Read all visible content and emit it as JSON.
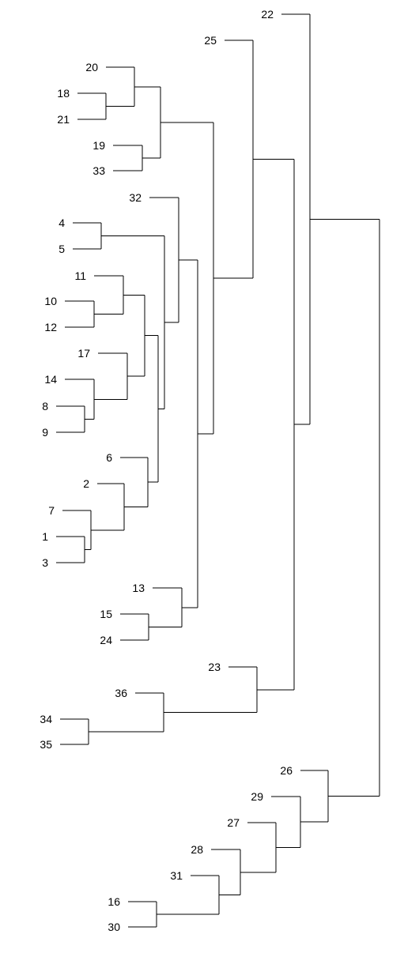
{
  "leaves": [
    {
      "id": "22"
    },
    {
      "id": "25"
    },
    {
      "id": "20"
    },
    {
      "id": "18"
    },
    {
      "id": "21"
    },
    {
      "id": "19"
    },
    {
      "id": "33"
    },
    {
      "id": "32"
    },
    {
      "id": "4"
    },
    {
      "id": "5"
    },
    {
      "id": "11"
    },
    {
      "id": "10"
    },
    {
      "id": "12"
    },
    {
      "id": "17"
    },
    {
      "id": "14"
    },
    {
      "id": "8"
    },
    {
      "id": "9"
    },
    {
      "id": "6"
    },
    {
      "id": "2"
    },
    {
      "id": "7"
    },
    {
      "id": "1"
    },
    {
      "id": "3"
    },
    {
      "id": "13"
    },
    {
      "id": "15"
    },
    {
      "id": "24"
    },
    {
      "id": "23"
    },
    {
      "id": "36"
    },
    {
      "id": "34"
    },
    {
      "id": "35"
    },
    {
      "id": "26"
    },
    {
      "id": "29"
    },
    {
      "id": "27"
    },
    {
      "id": "28"
    },
    {
      "id": "31"
    },
    {
      "id": "16"
    },
    {
      "id": "30"
    }
  ],
  "merges": [
    [
      "18",
      "21"
    ],
    [
      "19",
      "33"
    ],
    [
      "8",
      "9"
    ],
    [
      "1",
      "3"
    ],
    [
      "15",
      "24"
    ],
    [
      "34",
      "35"
    ],
    [
      "16",
      "30"
    ],
    [
      "4",
      "5"
    ],
    [
      "10",
      "12"
    ],
    [
      "20",
      "18|21"
    ],
    [
      "7",
      "1|3"
    ],
    [
      "14",
      "8|9"
    ],
    [
      "2",
      "7|1|3"
    ],
    [
      "13",
      "15|24"
    ],
    [
      "17",
      "14|8|9"
    ],
    [
      "11",
      "10|12"
    ],
    [
      "6",
      "2|7|1|3"
    ],
    [
      "11|10|12",
      "17|14|8|9"
    ],
    [
      "20|18|21",
      "19|33"
    ],
    [
      "31",
      "16|30"
    ],
    [
      "11..9",
      "6..3"
    ],
    [
      "28",
      "31|16|30"
    ],
    [
      "36",
      "34|35"
    ],
    [
      "4|5",
      "11..3"
    ],
    [
      "32",
      "4..3"
    ],
    [
      "27",
      "28..30"
    ],
    [
      "32..3",
      "13..24"
    ],
    [
      "23",
      "36|34|35"
    ],
    [
      "29",
      "27..30"
    ],
    [
      "20..33",
      "32..24"
    ],
    [
      "26",
      "29..30"
    ],
    [
      "25",
      "20..24"
    ],
    [
      "25..24",
      "23..35"
    ],
    [
      "22",
      "25..35"
    ],
    [
      "22..35",
      "26..30"
    ]
  ]
}
